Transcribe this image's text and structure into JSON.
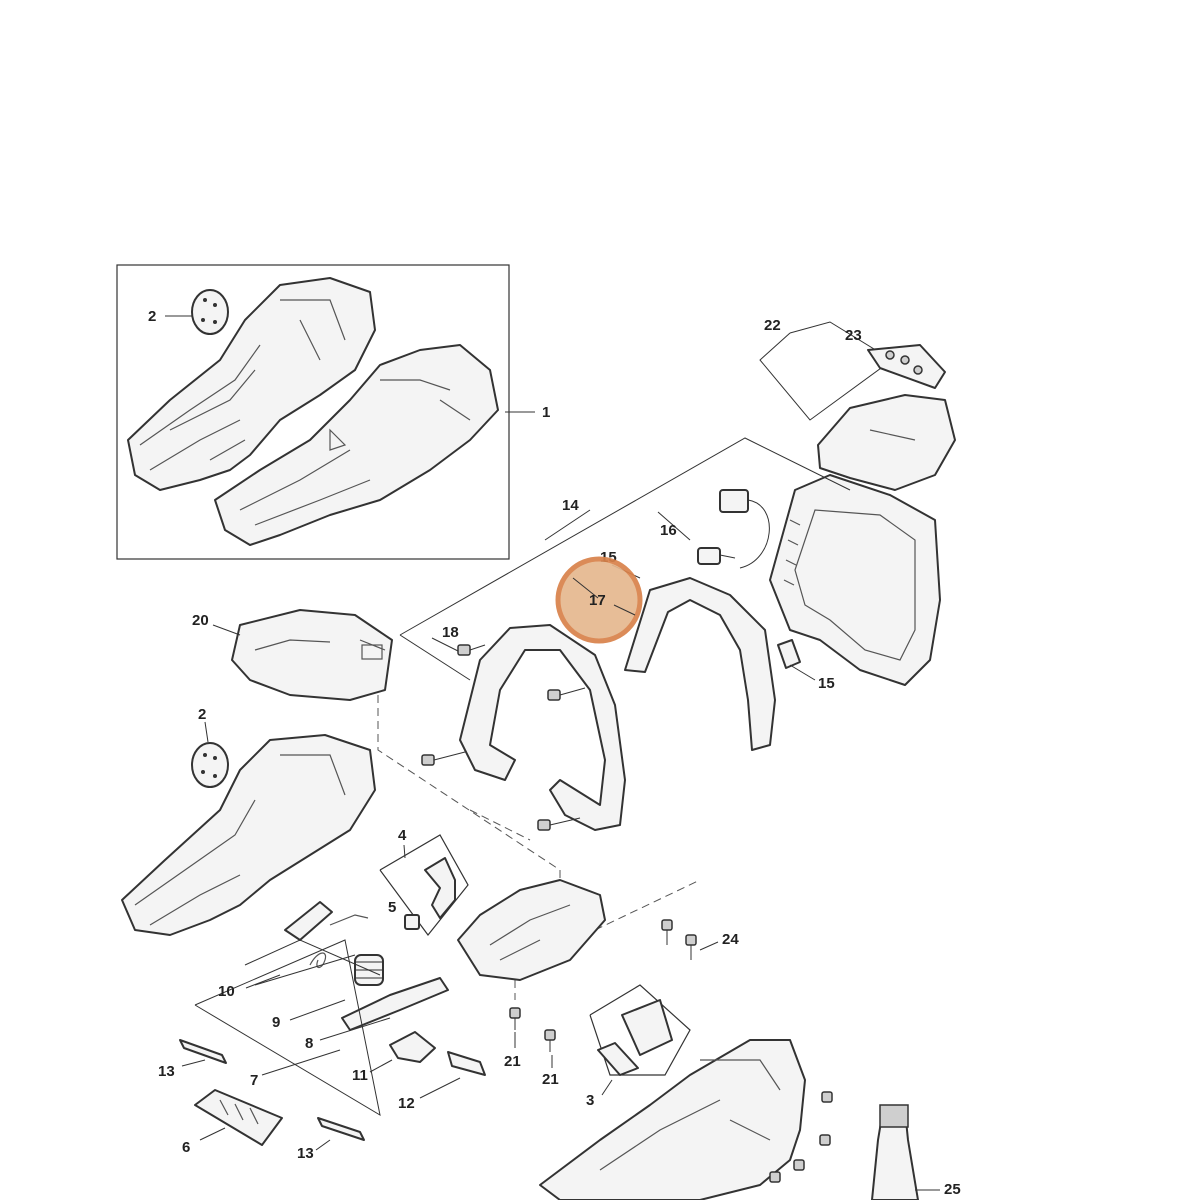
{
  "highlight": {
    "label": "17",
    "color": "#d9824a",
    "fill": "#e6b88f"
  },
  "labels": {
    "p1": "1",
    "p2a": "2",
    "p2b": "2",
    "p3": "3",
    "p4": "4",
    "p5": "5",
    "p6": "6",
    "p7": "7",
    "p8": "8",
    "p9": "9",
    "p10": "10",
    "p11": "11",
    "p12": "12",
    "p13a": "13",
    "p13b": "13",
    "p14": "14",
    "p15a": "15",
    "p15b": "15",
    "p16": "16",
    "p18": "18",
    "p20": "20",
    "p21a": "21",
    "p21b": "21",
    "p22": "22",
    "p23": "23",
    "p24": "24",
    "p25": "25"
  }
}
